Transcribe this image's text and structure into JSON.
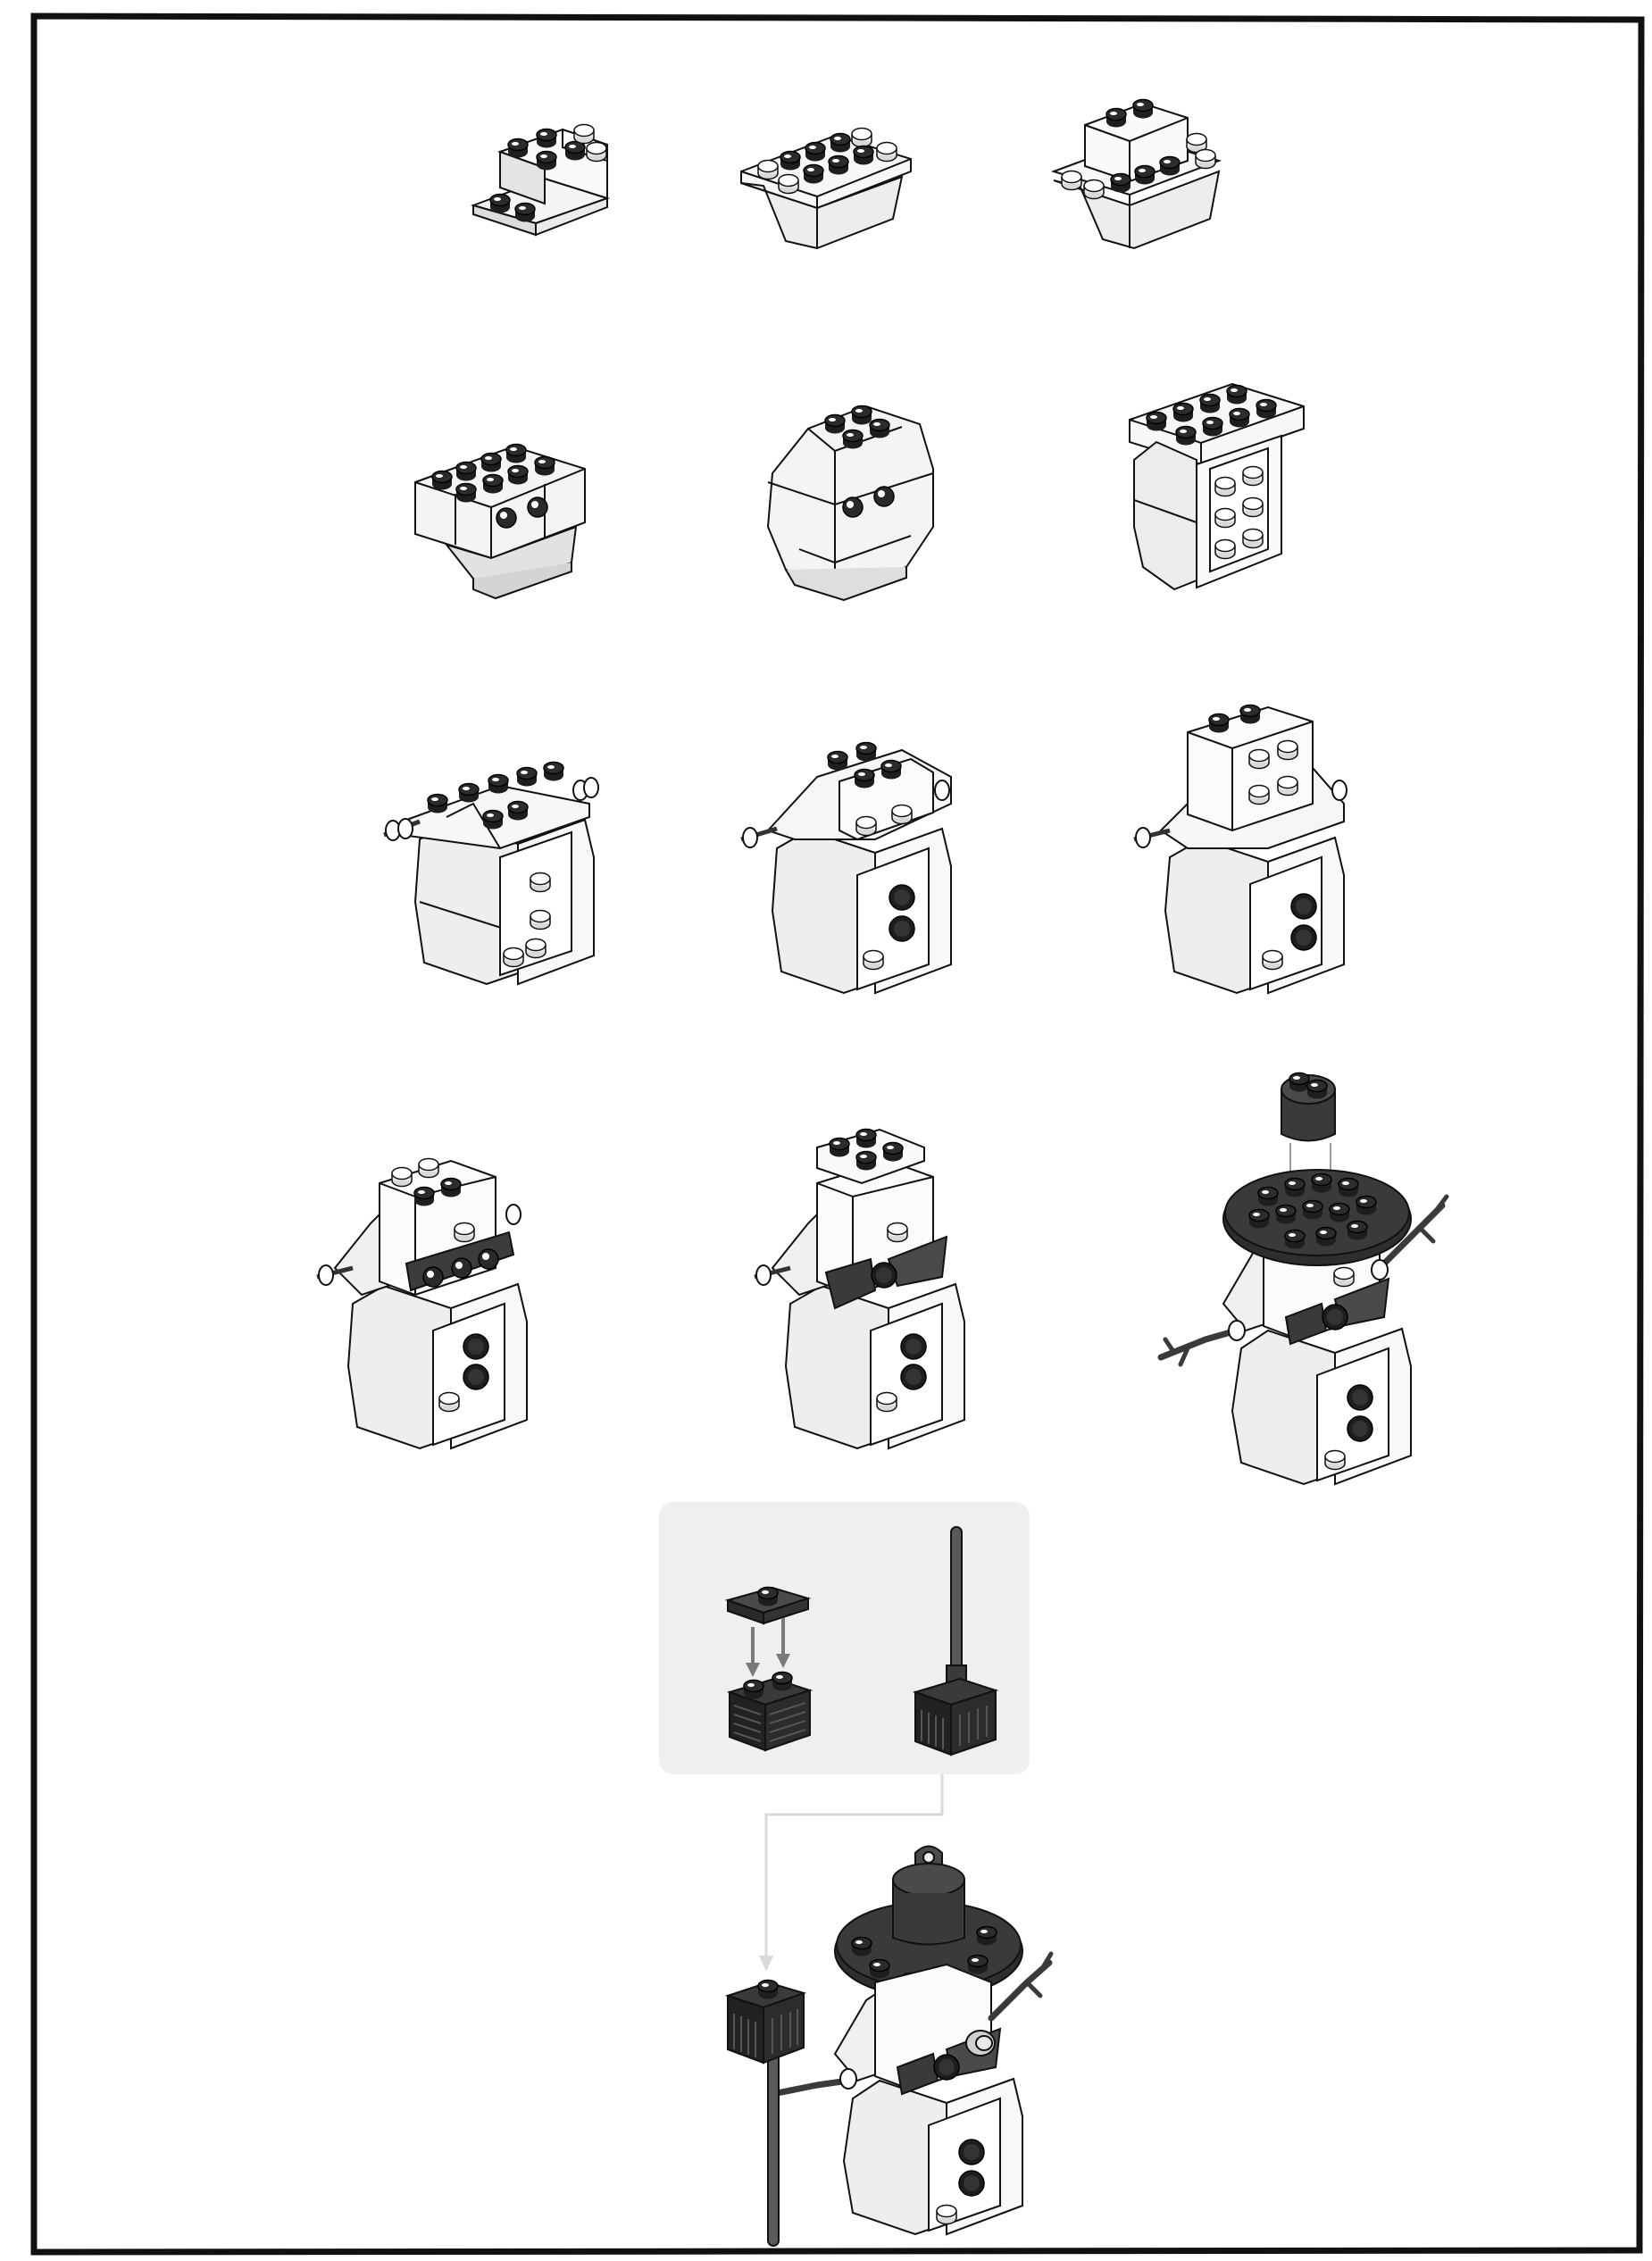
{
  "page": {
    "background": "#ffffff",
    "border_color": "#111111"
  },
  "colors": {
    "brick_white": "#f7f7f7",
    "brick_light": "#e6e6e6",
    "brick_mid": "#cfcfcf",
    "outline": "#1a1a1a",
    "dark": "#3a3a3a",
    "darker": "#262626",
    "callout_bg": "#efefef",
    "callout_line": "#d9d9d9",
    "arrow": "#7a7a7a"
  },
  "steps": [
    {
      "id": 1,
      "name": "step-1-slope-base",
      "subject": "slope-brick-assembly"
    },
    {
      "id": 2,
      "name": "step-2-plate-row",
      "subject": "plate-assembly"
    },
    {
      "id": 3,
      "name": "step-3-slope-plates",
      "subject": "slope-assembly"
    },
    {
      "id": 4,
      "name": "step-4-body-bricks",
      "subject": "body-with-studs"
    },
    {
      "id": 5,
      "name": "step-5-rounded-body",
      "subject": "rounded-body"
    },
    {
      "id": 6,
      "name": "step-6-side-studs",
      "subject": "body-side-studs"
    },
    {
      "id": 7,
      "name": "step-7-arms-plates",
      "subject": "body-with-arms"
    },
    {
      "id": 8,
      "name": "step-8-head-base",
      "subject": "head-base"
    },
    {
      "id": 9,
      "name": "step-9-head-stack",
      "subject": "head-stack"
    },
    {
      "id": 10,
      "name": "step-10-scarf-plate",
      "subject": "scarf-plate"
    },
    {
      "id": 11,
      "name": "step-11-bow-tie",
      "subject": "bow-tie"
    },
    {
      "id": 12,
      "name": "step-12-hat-and-arms",
      "subject": "hat-brim-and-branch-arms"
    },
    {
      "id": 13,
      "name": "step-13-final-with-broom",
      "subject": "finished-snowman-with-broom"
    }
  ],
  "callout": {
    "name": "broom-subassembly-callout",
    "parts": [
      "dark-plate-with-stud",
      "dark-grille-brick",
      "broom-with-handle"
    ]
  }
}
